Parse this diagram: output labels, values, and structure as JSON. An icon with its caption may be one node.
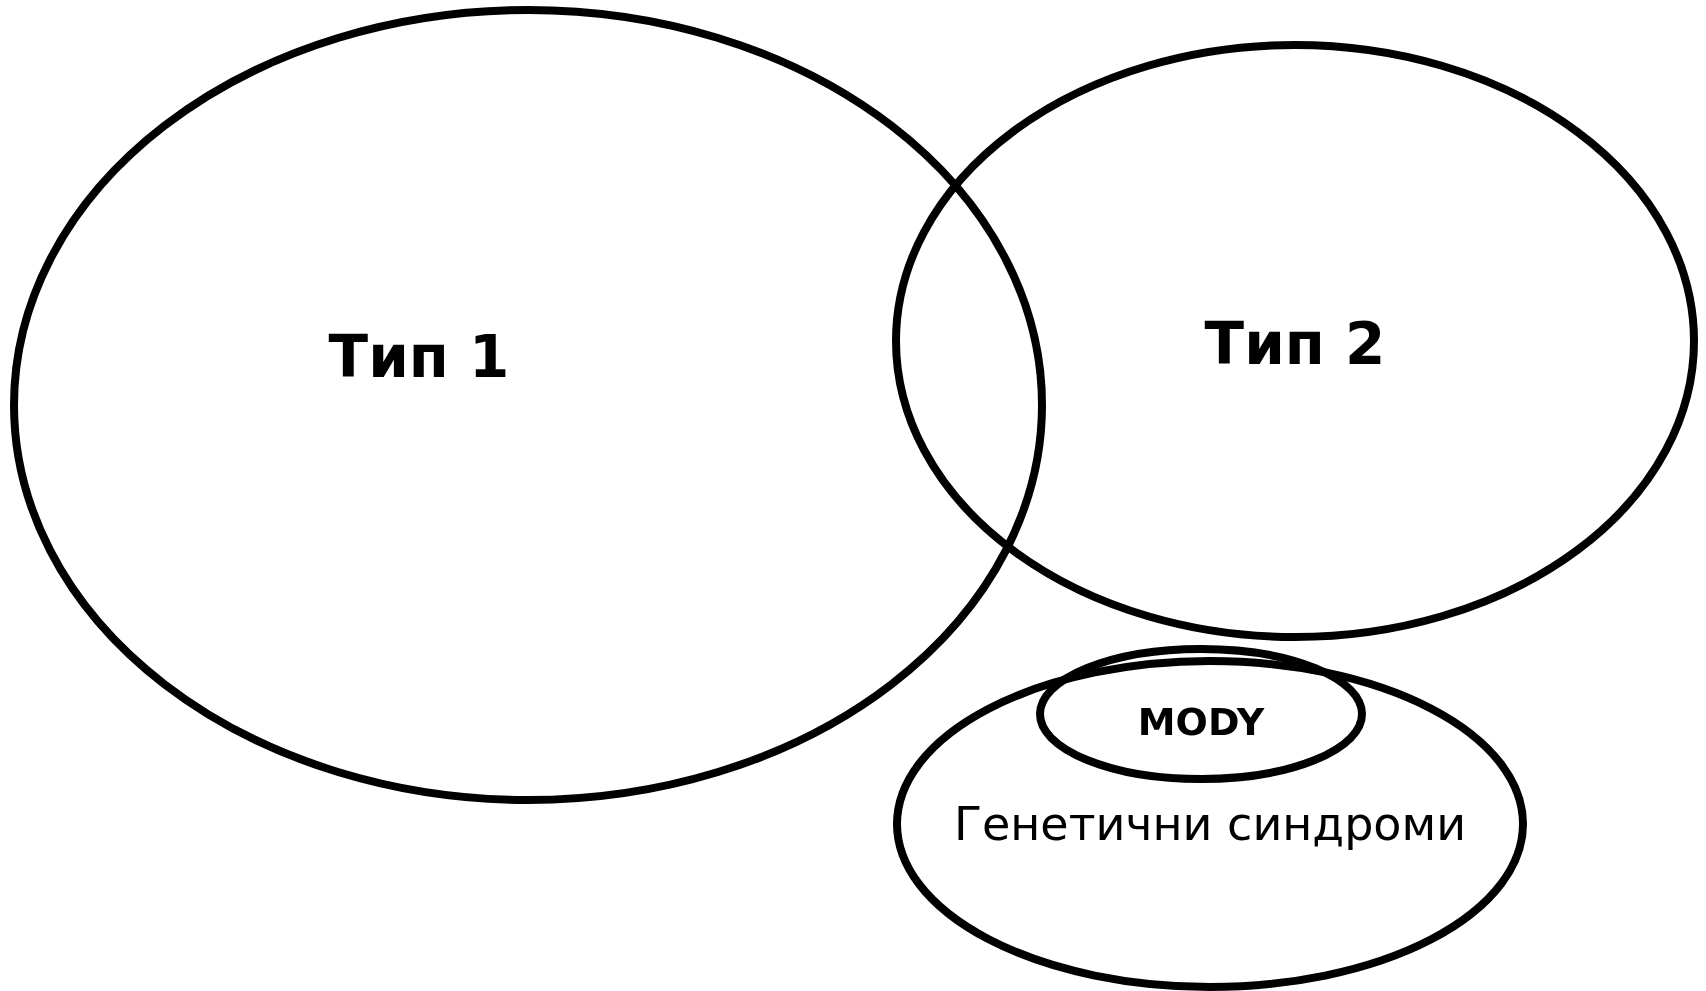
{
  "diagram": {
    "nodes": [
      {
        "text": [
          "Тип 1"
        ]
      },
      {
        "text": [
          "Тип 2"
        ]
      },
      {
        "text": [
          "Генетични синдроми"
        ]
      },
      {
        "text": [
          "MODY"
        ]
      }
    ]
  }
}
